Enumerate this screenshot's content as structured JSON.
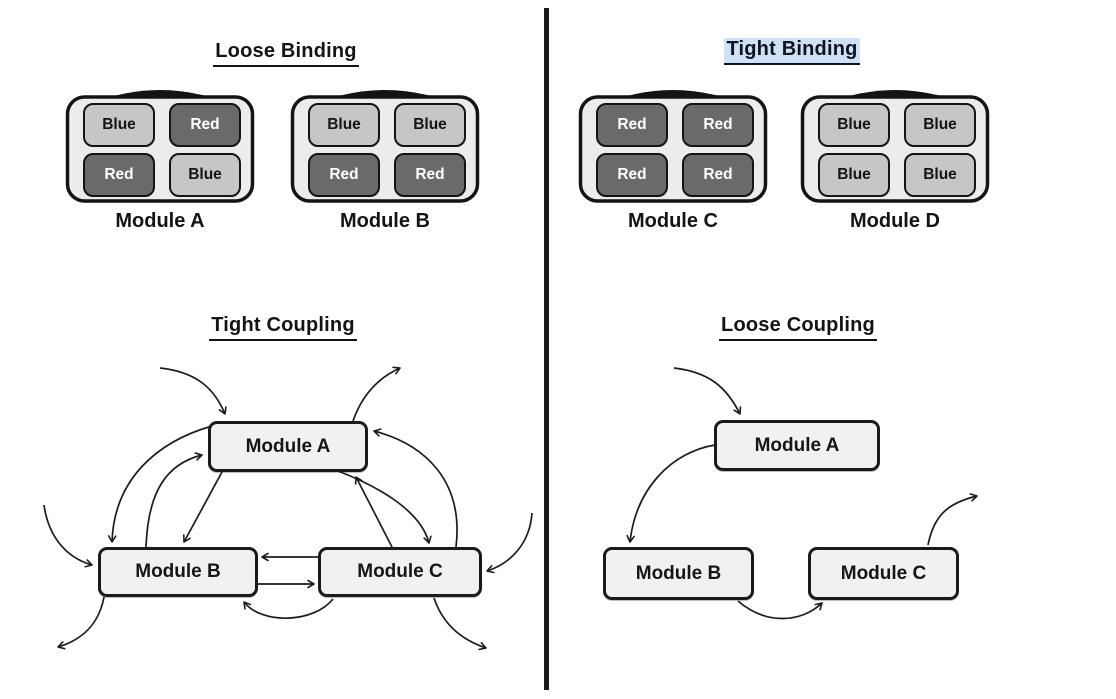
{
  "figure": {
    "top_left": {
      "title": "Loose Binding",
      "modules": [
        {
          "label": "Module A",
          "cells": [
            "Blue",
            "Red",
            "Red",
            "Blue"
          ]
        },
        {
          "label": "Module B",
          "cells": [
            "Blue",
            "Blue",
            "Red",
            "Red"
          ]
        }
      ]
    },
    "top_right": {
      "title": "Tight Binding",
      "title_highlighted": true,
      "modules": [
        {
          "label": "Module C",
          "cells": [
            "Red",
            "Red",
            "Red",
            "Red"
          ]
        },
        {
          "label": "Module D",
          "cells": [
            "Blue",
            "Blue",
            "Blue",
            "Blue"
          ]
        }
      ]
    },
    "bottom_left": {
      "title": "Tight Coupling",
      "nodes": [
        {
          "label": "Module A"
        },
        {
          "label": "Module B"
        },
        {
          "label": "Module C"
        }
      ],
      "edges": [
        {
          "from": "external",
          "to": "Module A"
        },
        {
          "from": "Module A",
          "to": "external"
        },
        {
          "from": "external",
          "to": "Module B"
        },
        {
          "from": "Module B",
          "to": "external"
        },
        {
          "from": "external",
          "to": "Module C"
        },
        {
          "from": "Module C",
          "to": "external"
        },
        {
          "from": "Module A",
          "to": "Module B",
          "count": 2
        },
        {
          "from": "Module B",
          "to": "Module A",
          "count": 1
        },
        {
          "from": "Module A",
          "to": "Module C",
          "count": 1
        },
        {
          "from": "Module C",
          "to": "Module A",
          "count": 2
        },
        {
          "from": "Module B",
          "to": "Module C",
          "count": 1
        },
        {
          "from": "Module C",
          "to": "Module B",
          "count": 2
        }
      ]
    },
    "bottom_right": {
      "title": "Loose Coupling",
      "nodes": [
        {
          "label": "Module A"
        },
        {
          "label": "Module B"
        },
        {
          "label": "Module C"
        }
      ],
      "edges": [
        {
          "from": "external",
          "to": "Module A"
        },
        {
          "from": "Module A",
          "to": "Module B"
        },
        {
          "from": "Module B",
          "to": "Module C"
        },
        {
          "from": "Module C",
          "to": "external"
        }
      ]
    }
  },
  "colors": {
    "title_highlight": "#cfe1f7",
    "red_cell_fill": "#6a6a6a",
    "red_cell_text": "#ffffff",
    "blue_cell_fill": "#c6c6c6",
    "blue_cell_text": "#141414",
    "module_fill": "#ececec",
    "node_fill": "#f1f1f1",
    "outline": "#1a1a1a",
    "divider": "#1a1a1a"
  }
}
